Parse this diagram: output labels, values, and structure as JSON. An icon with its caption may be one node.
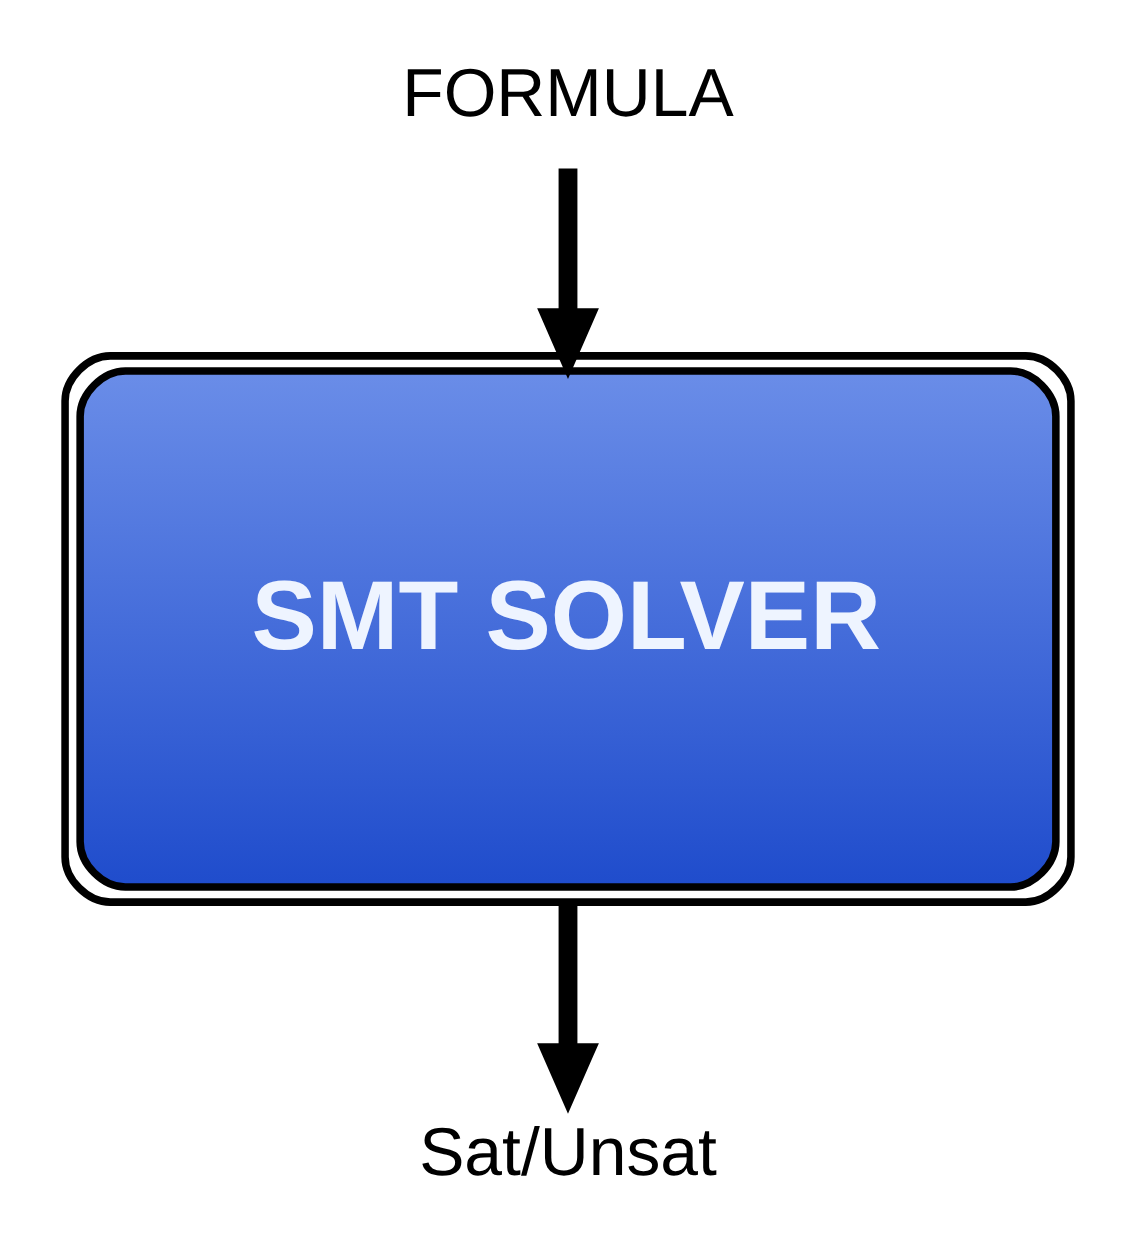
{
  "diagram": {
    "nodes": [
      {
        "text": [
          "FORMULA"
        ]
      },
      {
        "text": [
          "SMT SOLVER"
        ]
      },
      {
        "text": [
          "Sat/Unsat"
        ]
      }
    ],
    "edges": [
      {
        "from": 0,
        "to": 1,
        "arrow": "to"
      },
      {
        "from": 1,
        "to": 2,
        "arrow": "to"
      }
    ]
  }
}
